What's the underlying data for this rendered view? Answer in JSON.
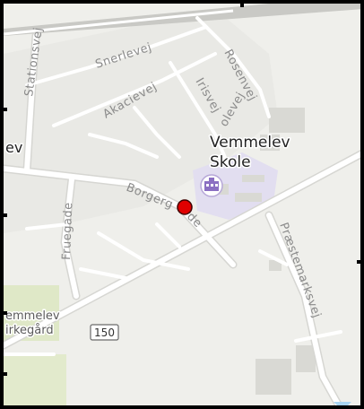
{
  "map": {
    "labels": {
      "road_north": "",
      "stationsvej": "Stationsvej",
      "snerlevej": "Snerlevej",
      "rosenvej": "Rosenvej",
      "akacievej": "Akacievej",
      "irisvej": "Irisvej",
      "skolevej": "olevej",
      "town_left": "ev",
      "borgergade_1": "Borgerg",
      "borgergade_2": "de",
      "fruegade": "Fruegade",
      "praestemarksvej": "Præstemarksvej",
      "vemmelev_kirkegaard_1": "emmelev",
      "vemmelev_kirkegaard_2": "irkegård",
      "road_number": "150"
    },
    "poi": {
      "name_line1": "Vemmelev",
      "name_line2": "Skole",
      "icon": "school-icon"
    },
    "marker": {
      "icon": "location-pin-icon",
      "color": "#e00000"
    },
    "colors": {
      "land": "#efefeb",
      "road": "#ffffff",
      "road_casing": "#d6d6d2",
      "park": "#dfe8c7",
      "school_area": "#e2def0",
      "building": "#d9d9d4",
      "water": "#a8d4f2"
    }
  }
}
